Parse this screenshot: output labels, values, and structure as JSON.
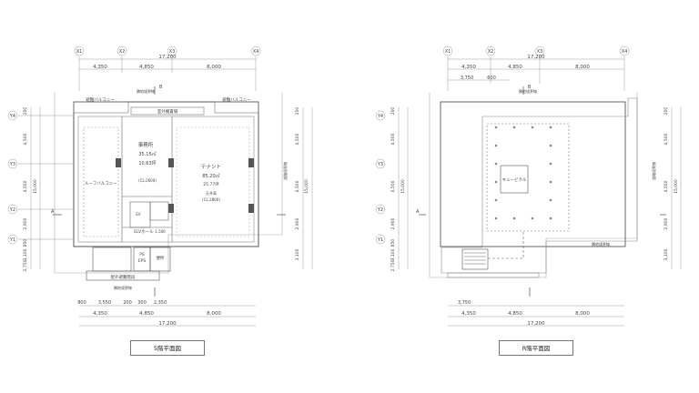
{
  "plans": {
    "left": {
      "grid_labels": [
        "X1",
        "X2",
        "X3",
        "X4"
      ],
      "row_labels": [
        "Y4",
        "Y3",
        "Y2",
        "Y1"
      ],
      "dims_top_sub": [
        "4,350",
        "4,850",
        "8,000"
      ],
      "dims_top_total": "17,200",
      "dims_bottom_a": [
        "800",
        "3,550",
        "200",
        "300",
        "2,350"
      ],
      "dims_bottom_sub": [
        "4,350",
        "4,850",
        "8,000"
      ],
      "dims_bottom_total": "17,200",
      "row_dims_left": [
        "200",
        "4,500",
        "4,500",
        "2,900",
        "850",
        "3,100",
        "2,750"
      ],
      "row_dim_left_total": "15,000",
      "row_dims_right": [
        "200",
        "4,500",
        "4,500",
        "2,900",
        "3,100"
      ],
      "row_dim_right_total": "15,000",
      "balcony_left": "避難バルコニー",
      "balcony_right": "避難バルコニー",
      "outdoor_unit": "室外機置場",
      "office_name": "事務所",
      "office_area": "35.15㎡",
      "office_tsubo": "10.63坪",
      "tenant_name": "テナント",
      "tenant_area": "85.20㎡",
      "tenant_tsubo": "25.77坪",
      "tenant_ceiling": "天井高",
      "tenant_ceiling_val": "(CL:2800)",
      "office_ceiling": "(CL:2600)",
      "roof_balcony": "ルーフバルコニー",
      "elv_hall": "ELVホール",
      "stair": "屋外避難階段",
      "ps": "PS",
      "eps": "EPS",
      "toilet": "便所",
      "lift": "EV",
      "boundary_top": "隣地境界線",
      "boundary_bottom": "隣地境界線",
      "road_line": "道路境界線",
      "section_a": "A",
      "section_b": "B",
      "dim_1500": "1,500",
      "caption": "5階平面図"
    },
    "right": {
      "grid_labels": [
        "X1",
        "X2",
        "X3",
        "X4"
      ],
      "row_labels": [
        "Y4",
        "Y3",
        "Y2",
        "Y1"
      ],
      "dims_top_a": [
        "3,750",
        "600"
      ],
      "dims_top_sub": [
        "4,350",
        "4,850",
        "8,000"
      ],
      "dims_top_total": "17,200",
      "dims_bottom_a": "3,750",
      "dims_bottom_sub": [
        "4,350",
        "4,850",
        "8,000"
      ],
      "dims_bottom_total": "17,200",
      "row_dims_left": [
        "200",
        "4,500",
        "4,500",
        "2,900",
        "850",
        "3,100",
        "2,750"
      ],
      "row_dim_left_total": "15,000",
      "row_dims_right": [
        "200",
        "4,500",
        "4,500",
        "2,900",
        "3,100"
      ],
      "row_dim_right_total": "15,000",
      "cubicle": "キュービクル",
      "boundary_top": "隣地境界線",
      "boundary_side": "隣地境界線",
      "road_line": "道路境界線",
      "section_a": "A",
      "section_b": "B",
      "caption": "R階平面図"
    }
  }
}
